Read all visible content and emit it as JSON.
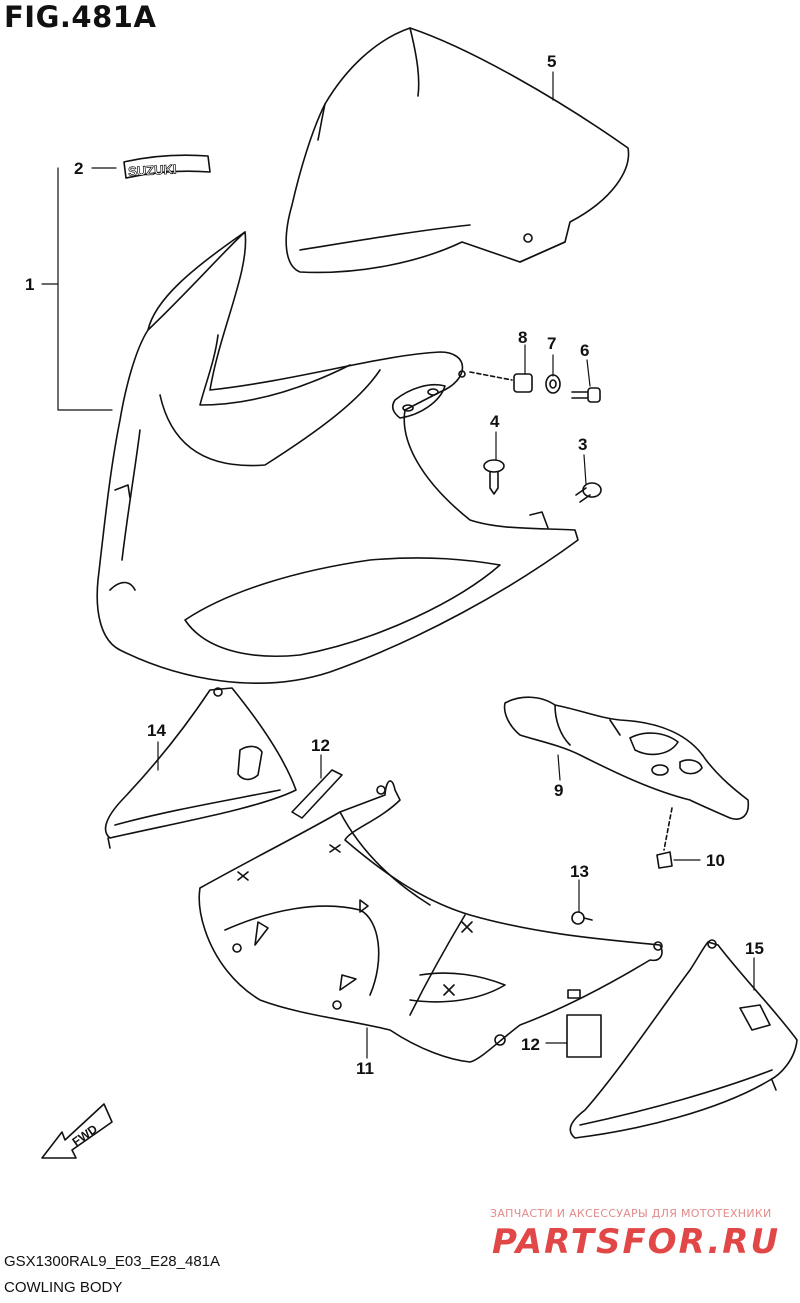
{
  "figure": {
    "title": "FIG.481A"
  },
  "callouts": [
    {
      "id": "1",
      "label": "1"
    },
    {
      "id": "2",
      "label": "2"
    },
    {
      "id": "3",
      "label": "3"
    },
    {
      "id": "4",
      "label": "4"
    },
    {
      "id": "5",
      "label": "5"
    },
    {
      "id": "6",
      "label": "6"
    },
    {
      "id": "7",
      "label": "7"
    },
    {
      "id": "8",
      "label": "8"
    },
    {
      "id": "9",
      "label": "9"
    },
    {
      "id": "10",
      "label": "10"
    },
    {
      "id": "11",
      "label": "11"
    },
    {
      "id": "12a",
      "label": "12"
    },
    {
      "id": "12b",
      "label": "12"
    },
    {
      "id": "13",
      "label": "13"
    },
    {
      "id": "14",
      "label": "14"
    },
    {
      "id": "15",
      "label": "15"
    }
  ],
  "emblem": {
    "text": "SUZUKI"
  },
  "fwd_arrow": {
    "text": "FWD"
  },
  "footer": {
    "model_code": "GSX1300RAL9_E03_E28_481A",
    "section_name": "COWLING BODY"
  },
  "watermark": {
    "tagline": "ЗАПЧАСТИ И АКСЕССУАРЫ ДЛЯ МОТОТЕХНИКИ",
    "brand": "PARTSFOR.RU"
  }
}
